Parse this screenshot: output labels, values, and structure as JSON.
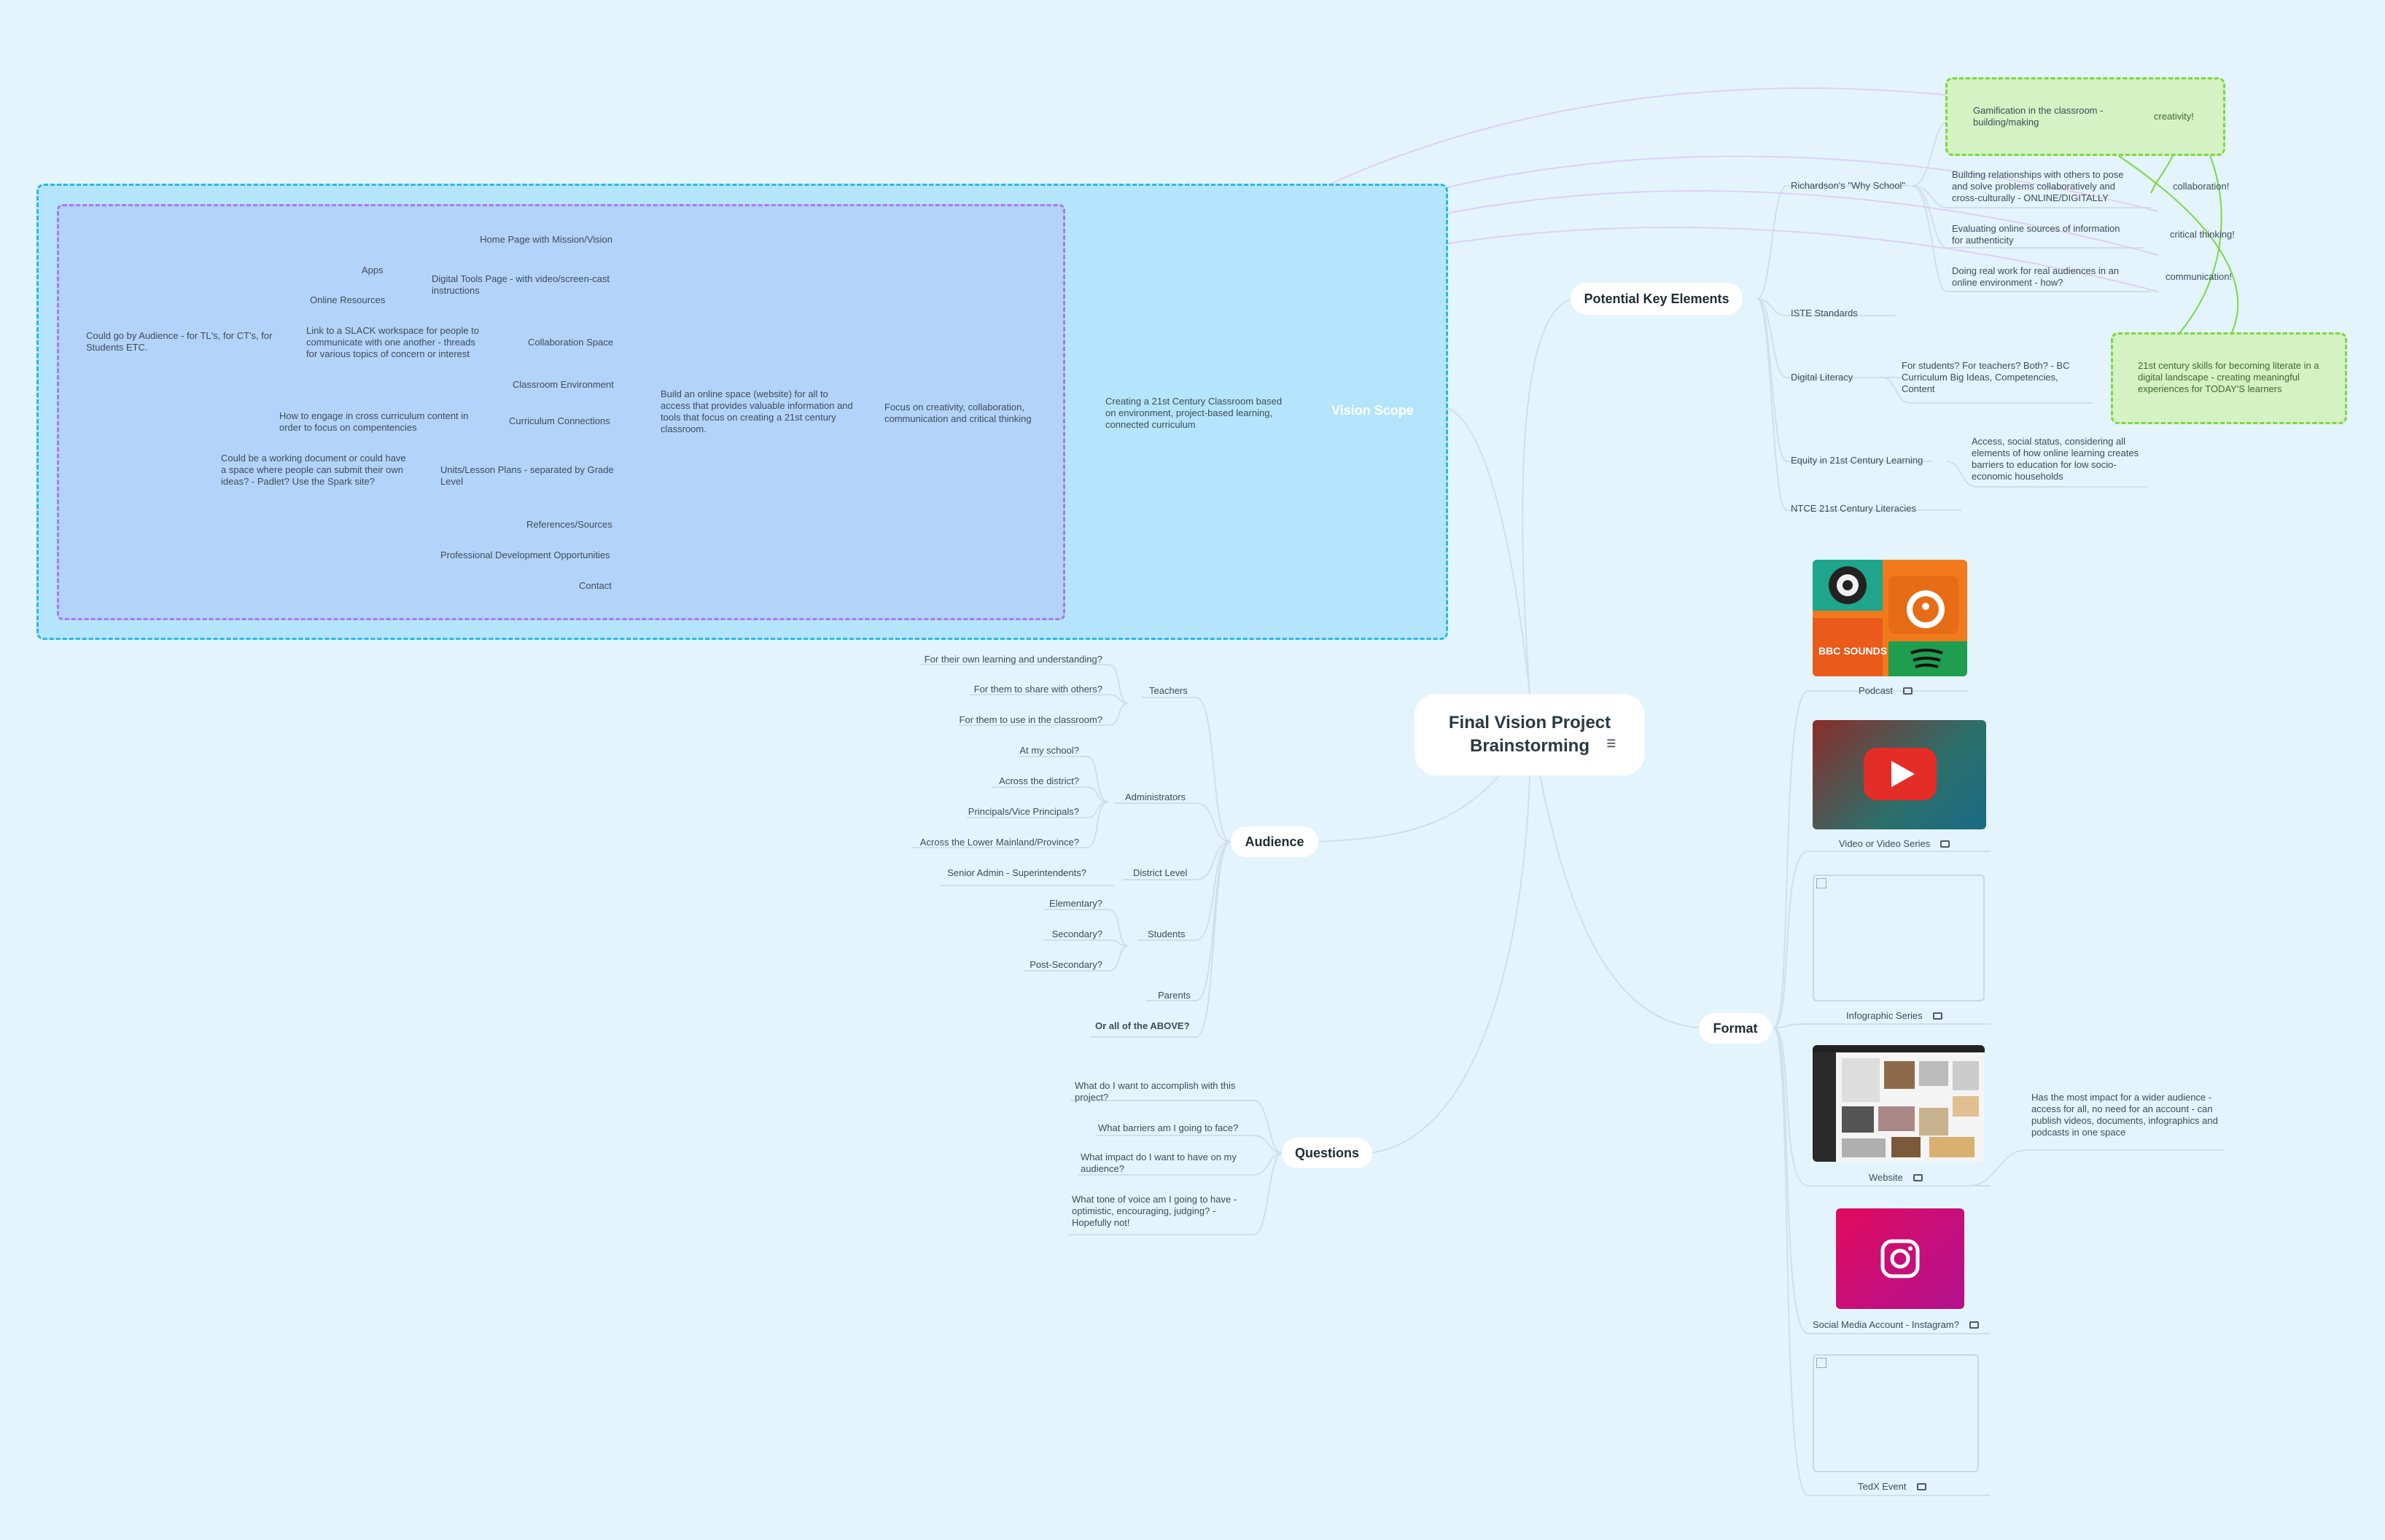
{
  "central": {
    "title": "Final Vision Project Brainstorming",
    "icon": "note-list-icon"
  },
  "vision": {
    "label": "Vision Scope",
    "creating": "Creating a 21st Century Classroom based on environment, project-based learning, connected curriculum",
    "focus": "Focus on creativity, collaboration, communication and critical thinking",
    "build": "Build an online space (website) for all to access that provides valuable information and tools that focus on creating a 21st century classroom.",
    "items": {
      "home": "Home Page with Mission/Vision",
      "digital": "Digital Tools Page - with video/screen-cast instructions",
      "apps": "Apps",
      "online": "Online Resources",
      "collab": "Collaboration Space",
      "slack": "Link to a SLACK workspace for people to communicate with one another - threads for various topics of concern or interest",
      "audience": "Could go by Audience - for TL's, for CT's, for Students ETC.",
      "classroom": "Classroom Environment",
      "curriculum": "Curriculum Connections",
      "engage": "How to engage in cross curriculum content in order to focus on compentencies",
      "units": "Units/Lesson Plans - separated by Grade Level",
      "working": "Could be a working document or could have a space where people can submit their own ideas? - Padlet? Use the Spark site?",
      "refs": "References/Sources",
      "pd": "Professional Development Opportunities",
      "contact": "Contact"
    }
  },
  "audience": {
    "label": "Audience",
    "teachers": "Teachers",
    "t1": "For their own learning and understanding?",
    "t2": "For them to share with others?",
    "t3": "For them to use in the classroom?",
    "admins": "Administrators",
    "a1": "At my school?",
    "a2": "Across the district?",
    "a3": "Principals/Vice Principals?",
    "a4": "Across the Lower Mainland/Province?",
    "district": "District Level",
    "d1": "Senior Admin - Superintendents?",
    "students": "Students",
    "s1": "Elementary?",
    "s2": "Secondary?",
    "s3": "Post-Secondary?",
    "parents": "Parents",
    "all": "Or all of the ABOVE?"
  },
  "questions": {
    "label": "Questions",
    "q1": "What do I want to accomplish with this project?",
    "q2": "What barriers am I going to face?",
    "q3": "What impact do I want to have on my audience?",
    "q4": "What tone of voice am I going to have - optimistic, encouraging, judging? - Hopefully not!"
  },
  "key": {
    "label": "Potential Key Elements",
    "why": "Richardson's \"Why School\"",
    "gam": "Gamification in the classroom - building/making",
    "creativity": "creativity!",
    "build": "Building relationships with others to pose and solve problems collaboratively and cross-culturally - ONLINE/DIGITALLY",
    "collaboration": "collaboration!",
    "eval": "Evaluating online sources of information for authenticity",
    "critical": "critical thinking!",
    "real": "Doing real work for real audiences in an online environment - how?",
    "communication": "communication!",
    "iste": "ISTE Standards",
    "dl": "Digital Literacy",
    "forwho": "For students? For teachers? Both? - BC Curriculum Big Ideas, Competencies, Content",
    "skills": "21st century skills for becoming literate in a digital landscape - creating meaningful experiences for TODAY'S learners",
    "equity": "Equity in 21st Century Learning",
    "access": "Access, social status, considering all elements of how online learning creates barriers to education for low socio-economic households",
    "ncte": "NTCE 21st Century Literacies"
  },
  "format": {
    "label": "Format",
    "podcast": "Podcast",
    "podcast_logo": "BBC SOUNDS",
    "video": "Video or Video Series",
    "infographic": "Infographic Series",
    "website": "Website",
    "impact": "Has the most impact for a wider audience - access for all, no need for an account - can publish videos, documents, infographics and podcasts in one space",
    "instagram": "Social Media Account - Instagram?",
    "tedx": "TedX Event"
  },
  "colors": {
    "background": "#e3f4fd",
    "vision_box": "#b5e5fc",
    "vision_border": "#27b9e5",
    "inner_box": "#b4d3fb",
    "inner_border": "#a77be6",
    "green_box": "#d4f2c4",
    "green_border": "#7fd641",
    "line": "#d2dfe7"
  }
}
